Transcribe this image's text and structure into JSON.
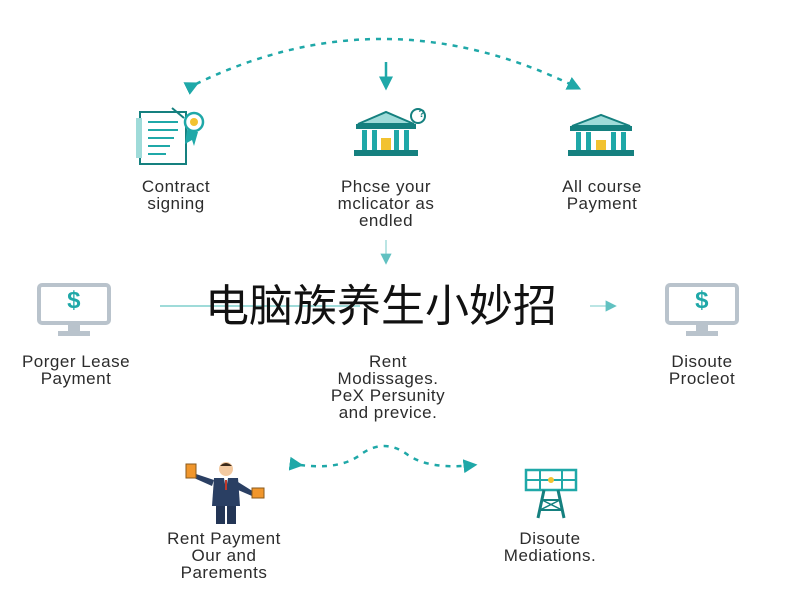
{
  "watermark": {
    "text": "电脑族养生小妙招"
  },
  "nodes": {
    "contract_signing": {
      "lines": [
        "Contract",
        "signing"
      ]
    },
    "phase_indicator": {
      "lines": [
        "Phcse your",
        "mclicator as",
        "endled"
      ]
    },
    "all_course_payment": {
      "lines": [
        "All course",
        "Payment"
      ]
    },
    "larger_lease_payment": {
      "lines": [
        "Porger Lease",
        "Payment"
      ]
    },
    "rent_messages": {
      "lines": [
        "Rent",
        "Modissages.",
        "PeX Persunity",
        "and previce."
      ]
    },
    "dispute_product": {
      "lines": [
        "Disoute",
        "Procleot"
      ]
    },
    "rent_payment_parents": {
      "lines": [
        "Rent Payment",
        "Our and",
        "Parements"
      ]
    },
    "dispute_mediations": {
      "lines": [
        "Disoute",
        "Mediations."
      ]
    }
  },
  "icon_glyphs": {
    "dollar": "$",
    "question": "?"
  },
  "colors": {
    "teal": "#1fa8a8",
    "teal_dark": "#15807f",
    "teal_light": "#9fdbd9",
    "gold": "#f2c230",
    "gray_monitor": "#b9c3cc",
    "suit": "#2a3f63",
    "orange": "#f0962c",
    "text": "#2c2c2c"
  },
  "icons": [
    "contract-certificate-icon",
    "bank-building-icon",
    "bank-building-icon",
    "monitor-dollar-icon",
    "monitor-dollar-icon",
    "businessman-icon",
    "signal-tower-icon"
  ]
}
